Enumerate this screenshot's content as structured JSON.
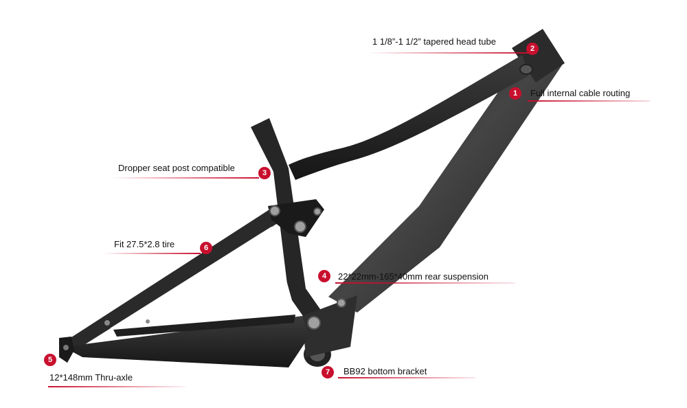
{
  "colors": {
    "accent": "#c8102e",
    "frame_dark": "#1e1e1e",
    "frame_mid": "#3a3a3a",
    "hardware": "#9a9a9a"
  },
  "callouts": [
    {
      "id": "head-tube",
      "number": "2",
      "text": "1 1/8”-1 1/2” tapered head tube"
    },
    {
      "id": "cable-routing",
      "number": "1",
      "text": "Full internal cable routing"
    },
    {
      "id": "dropper-post",
      "number": "3",
      "text": "Dropper seat post compatible"
    },
    {
      "id": "tire-clearance",
      "number": "6",
      "text": "Fit 27.5*2.8 tire"
    },
    {
      "id": "rear-suspension",
      "number": "4",
      "text": "22*22mm-165*40mm rear suspension"
    },
    {
      "id": "thru-axle",
      "number": "5",
      "text": "12*148mm Thru-axle"
    },
    {
      "id": "bottom-bracket",
      "number": "7",
      "text": "BB92 bottom bracket"
    }
  ]
}
